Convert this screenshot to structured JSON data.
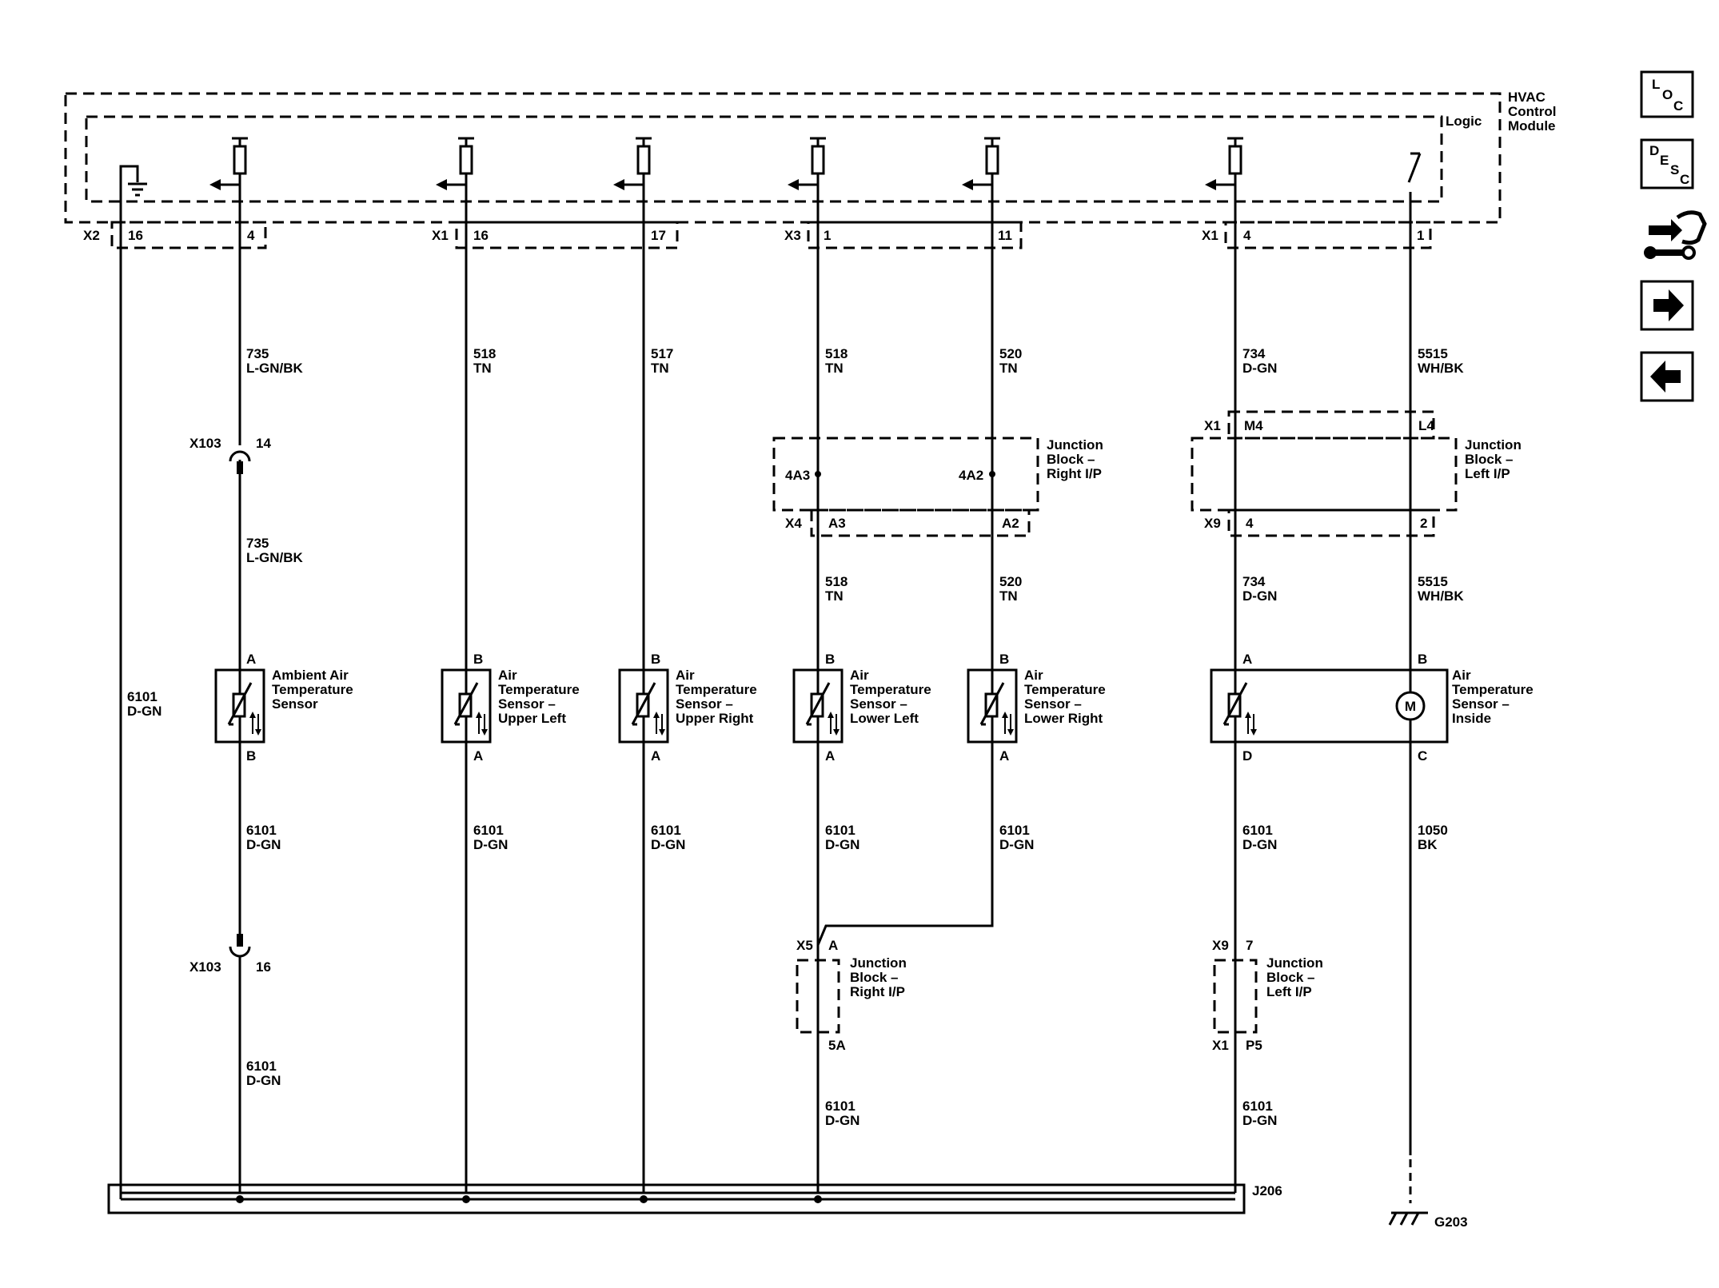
{
  "module": {
    "name_lines": [
      "HVAC",
      "Control",
      "Module"
    ],
    "logic_label": "Logic"
  },
  "connectors": {
    "x2": "X2",
    "x2_p16": "16",
    "x2_p4": "4",
    "x1a": "X1",
    "x1a_p16": "16",
    "x1a_p17": "17",
    "x3": "X3",
    "x3_p1": "1",
    "x3_p11": "11",
    "x1b": "X1",
    "x1b_p4": "4",
    "x1b_p1": "1"
  },
  "wires_upper": [
    {
      "circuit": "735",
      "color": "L-GN/BK"
    },
    {
      "circuit": "518",
      "color": "TN"
    },
    {
      "circuit": "517",
      "color": "TN"
    },
    {
      "circuit": "518",
      "color": "TN"
    },
    {
      "circuit": "520",
      "color": "TN"
    },
    {
      "circuit": "734",
      "color": "D-GN"
    },
    {
      "circuit": "5515",
      "color": "WH/BK"
    }
  ],
  "inline_x103": {
    "name": "X103",
    "top_pin": "14",
    "bottom_pin": "16"
  },
  "wire_ambient_mid": {
    "circuit": "735",
    "color": "L-GN/BK"
  },
  "wire_ground_main": {
    "circuit": "6101",
    "color": "D-GN"
  },
  "jb_right": {
    "name_lines": [
      "Junction",
      "Block –",
      "Right I/P"
    ],
    "term1": "4A3",
    "term2": "4A2",
    "conn": "X4",
    "pin1": "A3",
    "pin2": "A2"
  },
  "jb_left": {
    "name_lines": [
      "Junction",
      "Block –",
      "Left I/P"
    ],
    "top_conn": "X1",
    "top_pin1": "M4",
    "top_pin2": "L4",
    "conn": "X9",
    "pin1": "4",
    "pin2": "2"
  },
  "wires_mid": [
    {
      "circuit": "518",
      "color": "TN"
    },
    {
      "circuit": "520",
      "color": "TN"
    },
    {
      "circuit": "734",
      "color": "D-GN"
    },
    {
      "circuit": "5515",
      "color": "WH/BK"
    }
  ],
  "sensors": [
    {
      "lines": [
        "Ambient Air",
        "Temperature",
        "Sensor"
      ],
      "top_pin": "A",
      "bottom_pin": "B"
    },
    {
      "lines": [
        "Air",
        "Temperature",
        "Sensor –",
        "Upper Left"
      ],
      "top_pin": "B",
      "bottom_pin": "A"
    },
    {
      "lines": [
        "Air",
        "Temperature",
        "Sensor –",
        "Upper Right"
      ],
      "top_pin": "B",
      "bottom_pin": "A"
    },
    {
      "lines": [
        "Air",
        "Temperature",
        "Sensor –",
        "Lower Left"
      ],
      "top_pin": "B",
      "bottom_pin": "A"
    },
    {
      "lines": [
        "Air",
        "Temperature",
        "Sensor –",
        "Lower Right"
      ],
      "top_pin": "B",
      "bottom_pin": "A"
    }
  ],
  "inside_sensor": {
    "lines": [
      "Air",
      "Temperature",
      "Sensor –",
      "Inside"
    ],
    "pin_a": "A",
    "pin_b": "B",
    "pin_d": "D",
    "pin_c": "C",
    "motor_label": "M"
  },
  "wires_lower": [
    {
      "circuit": "6101",
      "color": "D-GN"
    },
    {
      "circuit": "6101",
      "color": "D-GN"
    },
    {
      "circuit": "6101",
      "color": "D-GN"
    },
    {
      "circuit": "6101",
      "color": "D-GN"
    },
    {
      "circuit": "6101",
      "color": "D-GN"
    },
    {
      "circuit": "6101",
      "color": "D-GN"
    },
    {
      "circuit": "1050",
      "color": "BK"
    }
  ],
  "jb_right_low": {
    "name_lines": [
      "Junction",
      "Block –",
      "Right I/P"
    ],
    "conn": "X5",
    "pin_top": "A",
    "pin_bottom": "5A"
  },
  "jb_left_low": {
    "name_lines": [
      "Junction",
      "Block –",
      "Left I/P"
    ],
    "conn_top": "X9",
    "pin_top": "7",
    "conn_bottom": "X1",
    "pin_bottom": "P5"
  },
  "wire_ambient_low": {
    "circuit": "6101",
    "color": "D-GN"
  },
  "wires_bottom": [
    {
      "circuit": "6101",
      "color": "D-GN"
    },
    {
      "circuit": "6101",
      "color": "D-GN"
    }
  ],
  "splice": {
    "name": "J206"
  },
  "ground": {
    "name": "G203"
  },
  "nav": {
    "loc": {
      "l1": "L",
      "l2": "O",
      "l3": "C"
    },
    "desc": {
      "l1": "D",
      "l2": "E",
      "l3": "S",
      "l4": "C"
    }
  }
}
